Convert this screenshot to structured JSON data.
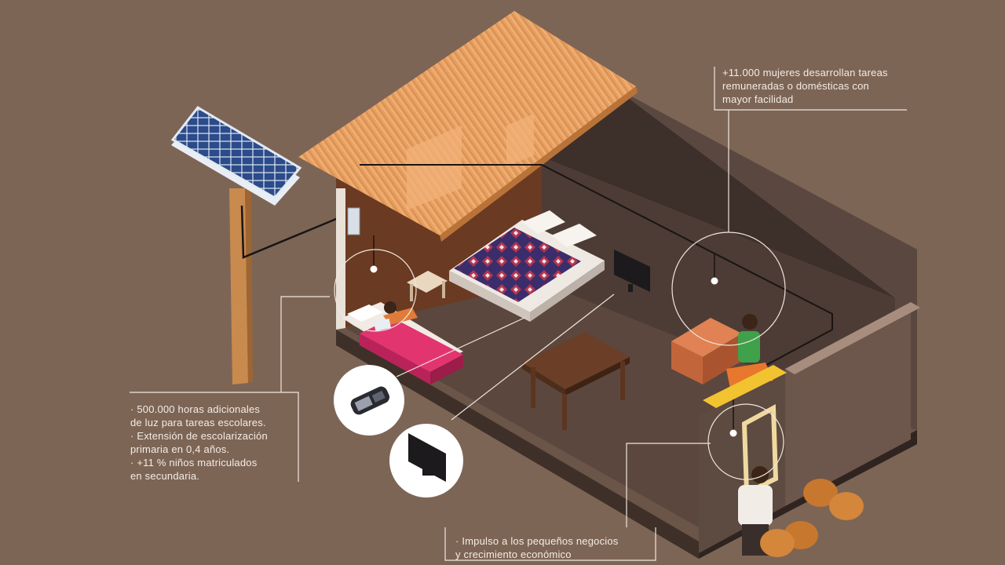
{
  "callouts": {
    "women": {
      "lines": [
        "+11.000 mujeres desarrollan tareas",
        "remuneradas o domésticas con",
        "mayor facilidad"
      ]
    },
    "school": {
      "lines": [
        "· 500.000 horas adicionales",
        "de luz para tareas escolares.",
        "· Extensión de escolarización",
        "primaria en 0,4 años.",
        "· +11 % niños matriculados",
        "en secundaria."
      ]
    },
    "business": {
      "lines": [
        "· Impulso a los pequeños negocios",
        "y crecimiento económico"
      ]
    }
  },
  "colors": {
    "background": "#7d6556",
    "roof": "#e59a5a",
    "wall_dark": "#4a3a33",
    "floor": "#5e4a3f",
    "bed_pink": "#e2356f",
    "callout_line": "#efe6de"
  },
  "icons": [
    "solar-panel-icon",
    "mobile-phone-icon",
    "television-icon",
    "light-bulb-icon"
  ]
}
